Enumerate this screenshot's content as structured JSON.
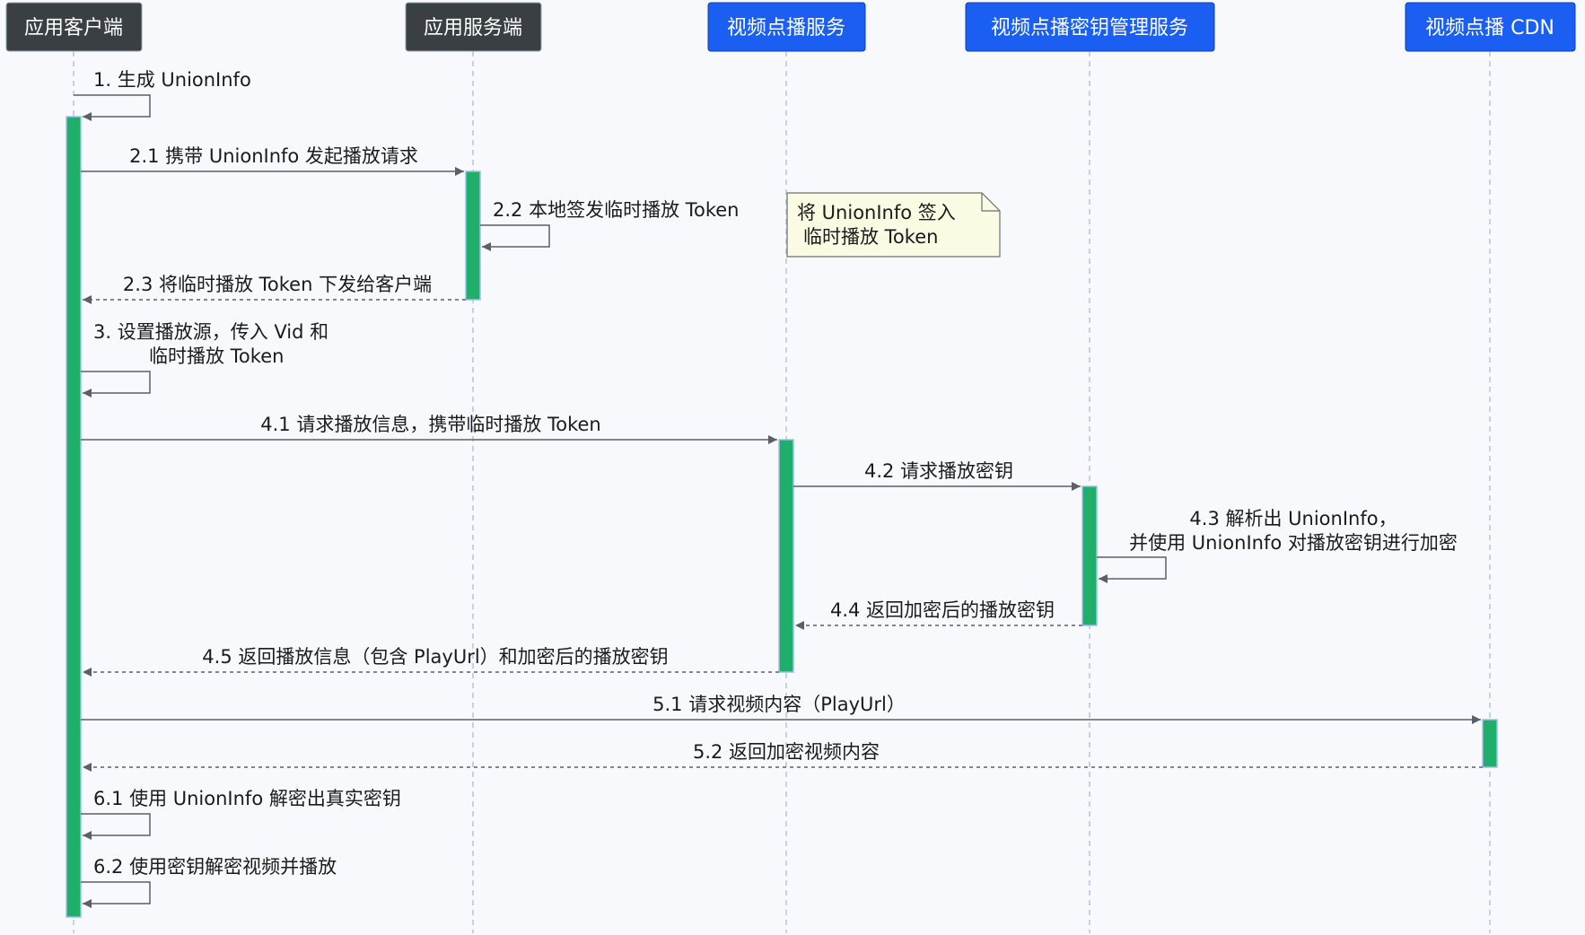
{
  "colors": {
    "background": "#f7f9fd",
    "actor_dark": "#3a3f44",
    "actor_blue": "#1a5ff2",
    "activation": "#1faf6a",
    "lifeline": "#b9c3dd",
    "arrow": "#5b5f66",
    "note_fill": "#fbfbe3"
  },
  "actors": [
    {
      "id": "client",
      "label": "应用客户端",
      "style": "dark"
    },
    {
      "id": "server",
      "label": "应用服务端",
      "style": "dark"
    },
    {
      "id": "vod",
      "label": "视频点播服务",
      "style": "blue"
    },
    {
      "id": "kms",
      "label": "视频点播密钥管理服务",
      "style": "blue"
    },
    {
      "id": "cdn",
      "label": "视频点播 CDN",
      "style": "blue"
    }
  ],
  "messages": [
    {
      "id": "m1",
      "from": "client",
      "to": "client",
      "type": "self",
      "lines": [
        "1. 生成 UnionInfo"
      ]
    },
    {
      "id": "m21",
      "from": "client",
      "to": "server",
      "type": "solid",
      "lines": [
        "2.1 携带 UnionInfo 发起播放请求"
      ]
    },
    {
      "id": "m22",
      "from": "server",
      "to": "server",
      "type": "self",
      "lines": [
        "2.2 本地签发临时播放 Token"
      ]
    },
    {
      "id": "m23",
      "from": "server",
      "to": "client",
      "type": "dashed",
      "lines": [
        "2.3 将临时播放 Token 下发给客户端"
      ]
    },
    {
      "id": "m3",
      "from": "client",
      "to": "client",
      "type": "self",
      "lines": [
        "3. 设置播放源，传入 Vid 和",
        "临时播放 Token"
      ]
    },
    {
      "id": "m41",
      "from": "client",
      "to": "vod",
      "type": "solid",
      "lines": [
        "4.1 请求播放信息，携带临时播放 Token"
      ]
    },
    {
      "id": "m42",
      "from": "vod",
      "to": "kms",
      "type": "solid",
      "lines": [
        "4.2 请求播放密钥"
      ]
    },
    {
      "id": "m43",
      "from": "kms",
      "to": "kms",
      "type": "self",
      "lines": [
        "4.3 解析出 UnionInfo，",
        "并使用 UnionInfo 对播放密钥进行加密"
      ]
    },
    {
      "id": "m44",
      "from": "kms",
      "to": "vod",
      "type": "dashed",
      "lines": [
        "4.4 返回加密后的播放密钥"
      ]
    },
    {
      "id": "m45",
      "from": "vod",
      "to": "client",
      "type": "dashed",
      "lines": [
        "4.5 返回播放信息（包含 PlayUrl）和加密后的播放密钥"
      ]
    },
    {
      "id": "m51",
      "from": "client",
      "to": "cdn",
      "type": "solid",
      "lines": [
        "5.1 请求视频内容（PlayUrl）"
      ]
    },
    {
      "id": "m52",
      "from": "cdn",
      "to": "client",
      "type": "dashed",
      "lines": [
        "5.2 返回加密视频内容"
      ]
    },
    {
      "id": "m61",
      "from": "client",
      "to": "client",
      "type": "self",
      "lines": [
        "6.1 使用 UnionInfo 解密出真实密钥"
      ]
    },
    {
      "id": "m62",
      "from": "client",
      "to": "client",
      "type": "self",
      "lines": [
        "6.2 使用密钥解密视频并播放"
      ]
    }
  ],
  "note": {
    "lines": [
      "将 UnionInfo 签入",
      "临时播放 Token"
    ]
  }
}
